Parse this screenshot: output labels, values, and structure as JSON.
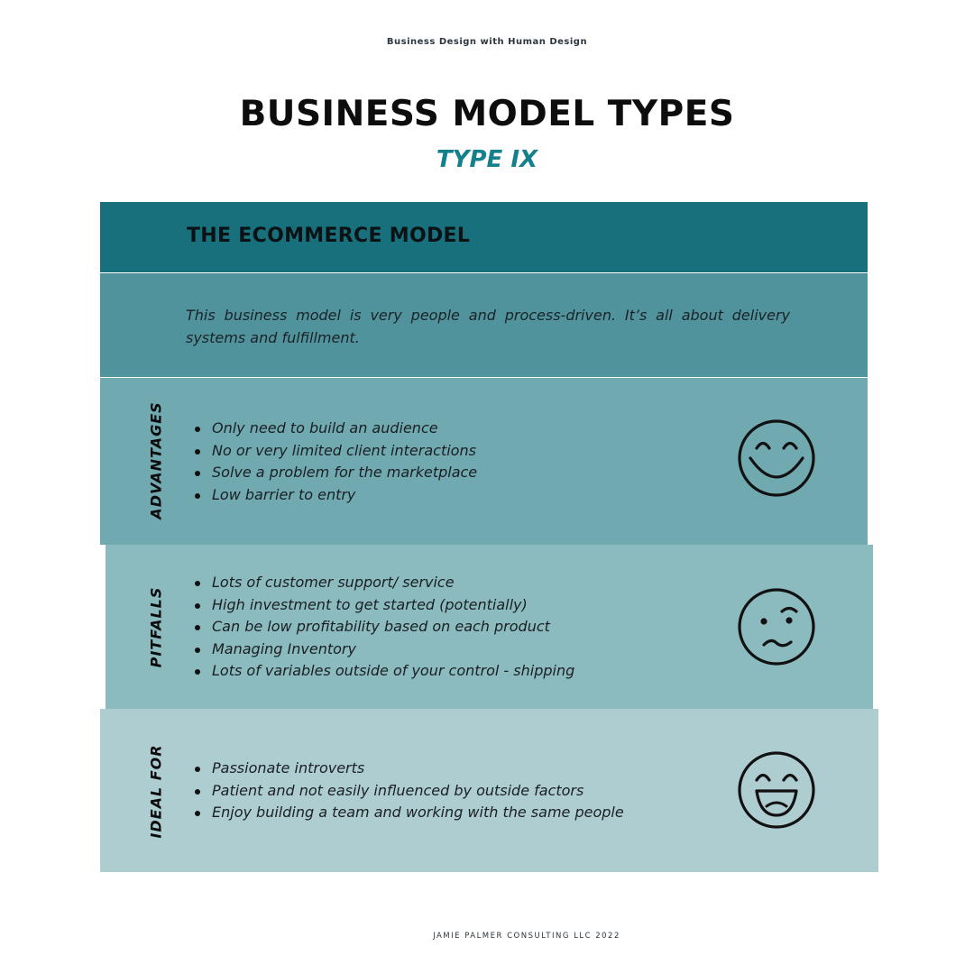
{
  "header": {
    "top_label": "Business Design with Human Design",
    "title": "BUSINESS MODEL TYPES",
    "subtitle": "TYPE IX"
  },
  "model": {
    "name": "THE ECOMMERCE MODEL",
    "description": "This business model is very people and process-driven. It’s all about delivery systems and fulfillment."
  },
  "sections": {
    "advantages": {
      "label": "ADVANTAGES",
      "icon": "smiling-face-icon",
      "items": [
        "Only need to build an audience",
        "No or very limited client interactions",
        "Solve a problem for the marketplace",
        "Low barrier to entry"
      ]
    },
    "pitfalls": {
      "label": "PITFALLS",
      "icon": "uneasy-face-icon",
      "items": [
        "Lots of customer support/ service",
        "High investment to get started (potentially)",
        "Can be low profitability based on each product",
        "Managing Inventory",
        "Lots of variables outside of your control - shipping"
      ]
    },
    "ideal_for": {
      "label": "IDEAL FOR",
      "icon": "grinning-face-icon",
      "items": [
        "Passionate introverts",
        "Patient and not easily influenced by outside factors",
        "Enjoy building a team and working with the same people"
      ]
    }
  },
  "footer": {
    "text": "JAMIE PALMER CONSULTING LLC 2022"
  },
  "colors": {
    "header_band": "#17707b",
    "description_band": "#50939d",
    "advantages_band": "#71a9b1",
    "pitfalls_band": "#8bbbbf",
    "ideal_band": "#aecdd1",
    "accent": "#157f8c"
  }
}
